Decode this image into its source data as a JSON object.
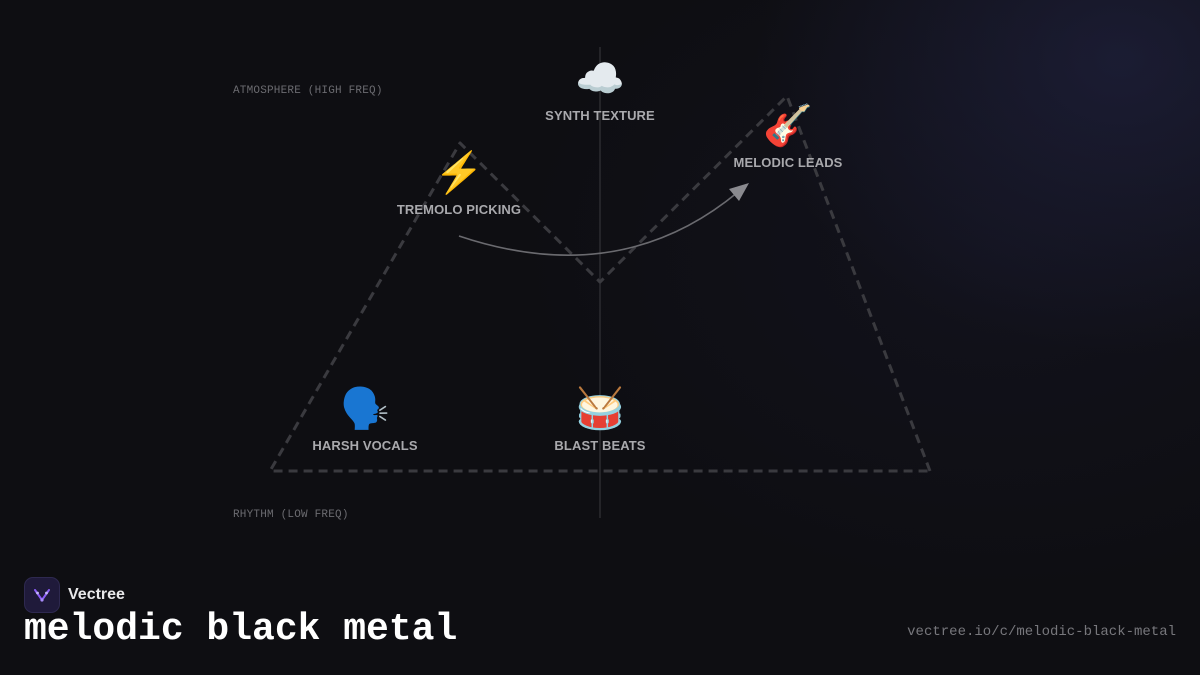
{
  "axes": {
    "top_label": "ATMOSPHERE (HIGH FREQ)",
    "bottom_label": "RHYTHM (LOW FREQ)"
  },
  "nodes": [
    {
      "id": "synth-texture",
      "label": "SYNTH TEXTURE",
      "icon": "☁️",
      "icon_name": "cloud-icon"
    },
    {
      "id": "melodic-leads",
      "label": "MELODIC LEADS",
      "icon": "🎸",
      "icon_name": "guitar-icon"
    },
    {
      "id": "tremolo-picking",
      "label": "TREMOLO PICKING",
      "icon": "⚡",
      "icon_name": "lightning-icon"
    },
    {
      "id": "harsh-vocals",
      "label": "HARSH VOCALS",
      "icon": "🗣️",
      "icon_name": "speaking-head-icon"
    },
    {
      "id": "blast-beats",
      "label": "BLAST BEATS",
      "icon": "🥁",
      "icon_name": "drum-icon"
    }
  ],
  "edges": [
    {
      "from": "tremolo-picking",
      "to": "melodic-leads"
    }
  ],
  "brand": {
    "name": "Vectree"
  },
  "title": "melodic black metal",
  "url": "vectree.io/c/melodic-black-metal",
  "colors": {
    "background": "#0e0e12",
    "logo_accent": "#8b5cf6",
    "label": "#a9a9ad"
  }
}
